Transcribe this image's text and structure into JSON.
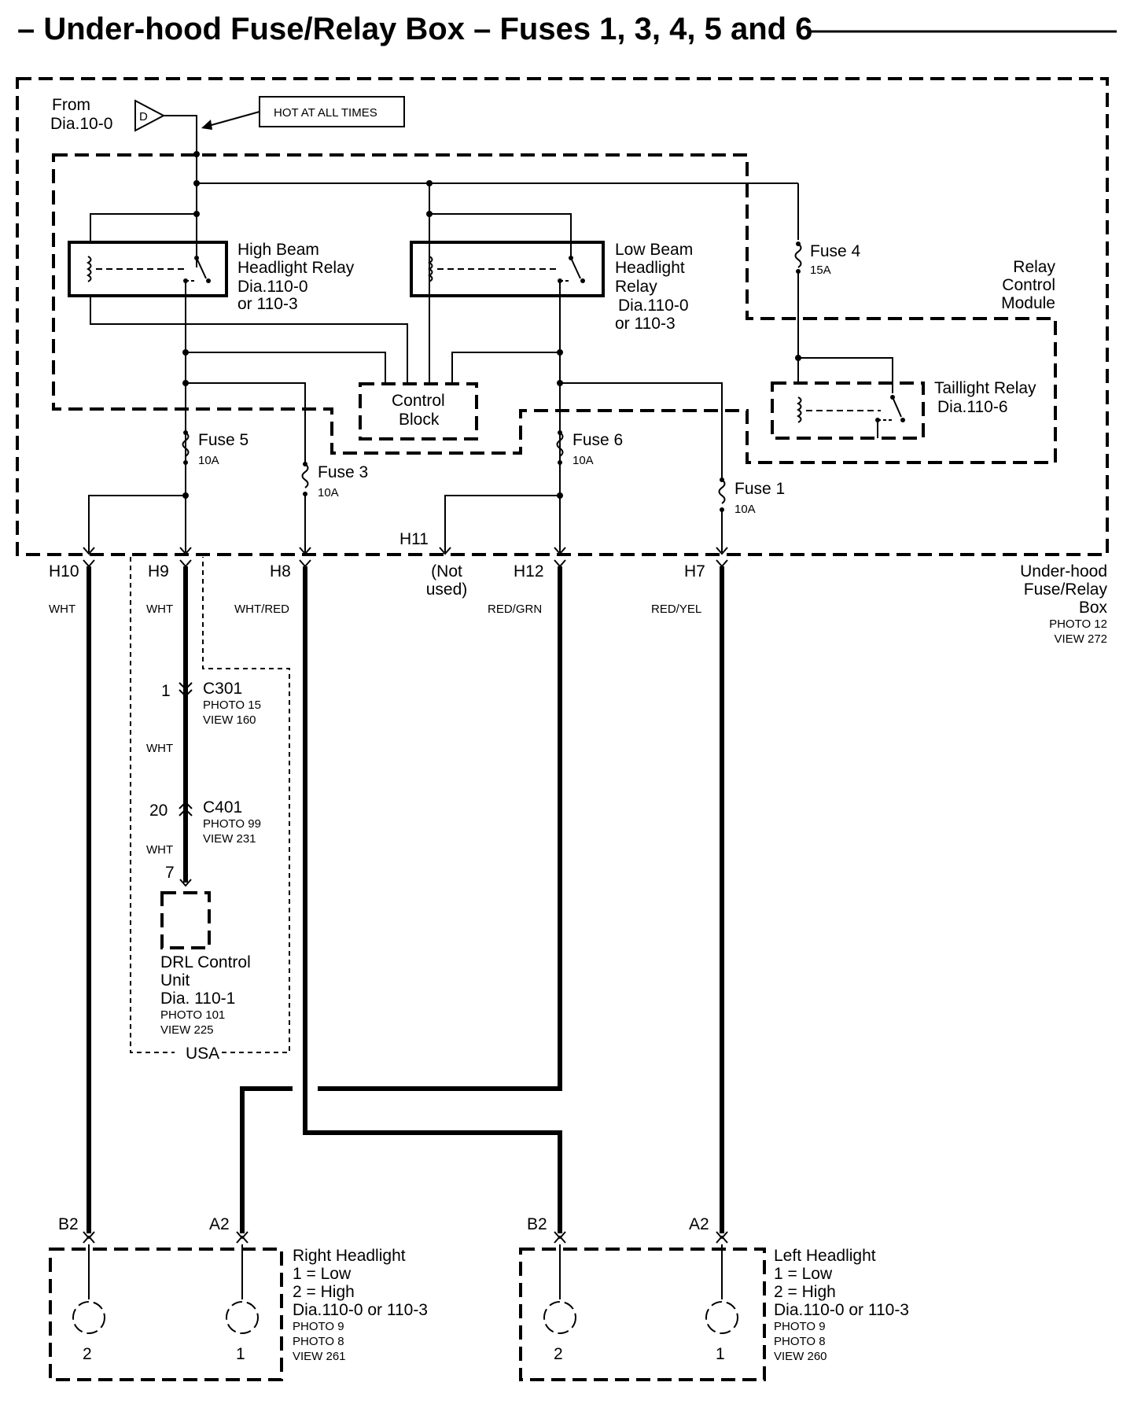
{
  "title": "– Under-hood Fuse/Relay Box – Fuses 1, 3, 4, 5 and 6",
  "source": {
    "from": "From",
    "dia": "Dia.10-0",
    "connector": "D",
    "hot_label": "HOT AT ALL TIMES"
  },
  "relays": {
    "high_beam": [
      "High Beam",
      "Headlight Relay",
      "Dia.110-0",
      "or 110-3"
    ],
    "low_beam": [
      "Low Beam",
      "Headlight",
      "Relay",
      "Dia.110-0",
      "or 110-3"
    ],
    "taillight": [
      "Taillight Relay",
      "Dia.110-6"
    ],
    "control_block": [
      "Control",
      "Block"
    ],
    "relay_control_module": [
      "Relay",
      "Control",
      "Module"
    ]
  },
  "fuses": {
    "fuse4": {
      "name": "Fuse 4",
      "rating": "15A"
    },
    "fuse5": {
      "name": "Fuse 5",
      "rating": "10A"
    },
    "fuse3": {
      "name": "Fuse 3",
      "rating": "10A"
    },
    "fuse6": {
      "name": "Fuse 6",
      "rating": "10A"
    },
    "fuse1": {
      "name": "Fuse 1",
      "rating": "10A"
    }
  },
  "terminals": {
    "h10": {
      "pin": "H10",
      "wire": "WHT"
    },
    "h9": {
      "pin": "H9",
      "wire": "WHT"
    },
    "h8": {
      "pin": "H8",
      "wire": "WHT/RED"
    },
    "h11": {
      "pin": "H11",
      "note": [
        "(Not",
        "used)"
      ]
    },
    "h12": {
      "pin": "H12",
      "wire": "RED/GRN"
    },
    "h7": {
      "pin": "H7",
      "wire": "RED/YEL"
    }
  },
  "fuse_box": [
    "Under-hood",
    "Fuse/Relay",
    "Box"
  ],
  "fuse_box_ref": [
    "PHOTO 12",
    "VIEW 272"
  ],
  "c301": {
    "pin": "1",
    "name": "C301",
    "ref": [
      "PHOTO 15",
      "VIEW 160"
    ],
    "wire": "WHT"
  },
  "c401": {
    "pin": "20",
    "name": "C401",
    "ref": [
      "PHOTO 99",
      "VIEW 231"
    ],
    "wire": "WHT"
  },
  "drl": {
    "pin": "7",
    "name": [
      "DRL Control",
      "Unit",
      "Dia. 110-1"
    ],
    "ref": [
      "PHOTO 101",
      "VIEW 225"
    ],
    "region": "USA"
  },
  "right_headlight": {
    "pins": [
      "B2",
      "A2"
    ],
    "name": [
      "Right Headlight",
      "1 = Low",
      "2 = High",
      "Dia.110-0 or 110-3"
    ],
    "ref": [
      "PHOTO 9",
      "PHOTO 8",
      "VIEW 261"
    ],
    "lamp_labels": [
      "2",
      "1"
    ]
  },
  "left_headlight": {
    "pins": [
      "B2",
      "A2"
    ],
    "name": [
      "Left Headlight",
      "1 = Low",
      "2 = High",
      "Dia.110-0 or 110-3"
    ],
    "ref": [
      "PHOTO 9",
      "PHOTO 8",
      "VIEW 260"
    ],
    "lamp_labels": [
      "2",
      "1"
    ]
  }
}
